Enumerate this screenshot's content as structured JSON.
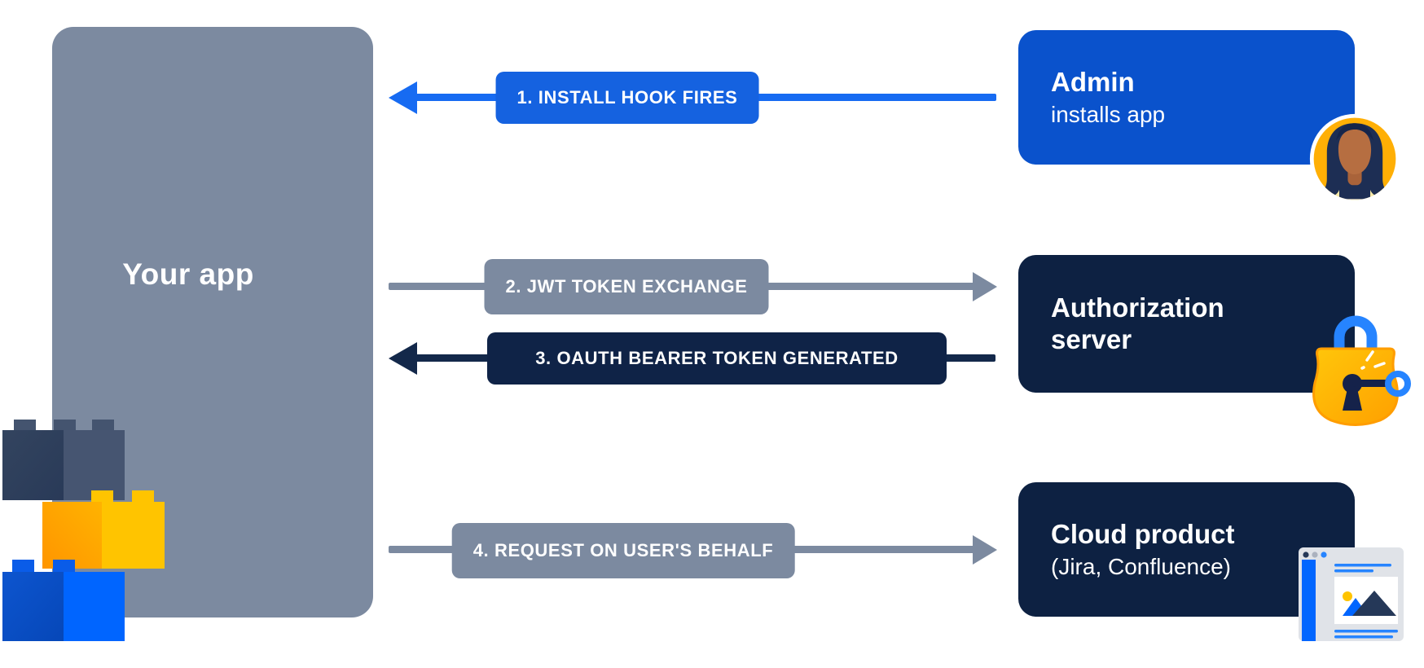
{
  "diagram": {
    "title_semantic": "Connect app OAuth flow",
    "your_app": {
      "label": "Your app"
    },
    "flows": [
      {
        "step": 1,
        "label": "1. INSTALL HOOK FIRES",
        "direction": "left",
        "color": "#176BF2"
      },
      {
        "step": 2,
        "label": "2. JWT TOKEN EXCHANGE",
        "direction": "right",
        "color": "#7C8AA0"
      },
      {
        "step": 3,
        "label": "3. OAUTH BEARER TOKEN GENERATED",
        "direction": "left",
        "color": "#0F2347"
      },
      {
        "step": 4,
        "label": "4. REQUEST ON USER'S BEHALF",
        "direction": "right",
        "color": "#7C8AA0"
      }
    ],
    "actors": [
      {
        "id": "admin",
        "title": "Admin",
        "subtitle": "installs app",
        "color": "#0A52CC",
        "icon": "woman-avatar-icon"
      },
      {
        "id": "authorization-server",
        "title": "Authorization\nserver",
        "subtitle": "",
        "color": "#0D2142",
        "icon": "padlock-key-icon"
      },
      {
        "id": "cloud-product",
        "title": "Cloud product",
        "subtitle": "(Jira, Confluence)",
        "color": "#0D2142",
        "icon": "browser-window-icon"
      }
    ],
    "colors": {
      "bright_blue": "#176BF2",
      "label_blue": "#1562E0",
      "admin_blue": "#0A52CC",
      "navy": "#0D2142",
      "arrow_navy": "#13284A",
      "slate_gray": "#7C8AA0",
      "lego_yellow": "#FFC400",
      "lego_orange": "#FF9D00",
      "key_blue": "#2684FF",
      "avatar_gold": "#FFAF05"
    }
  }
}
